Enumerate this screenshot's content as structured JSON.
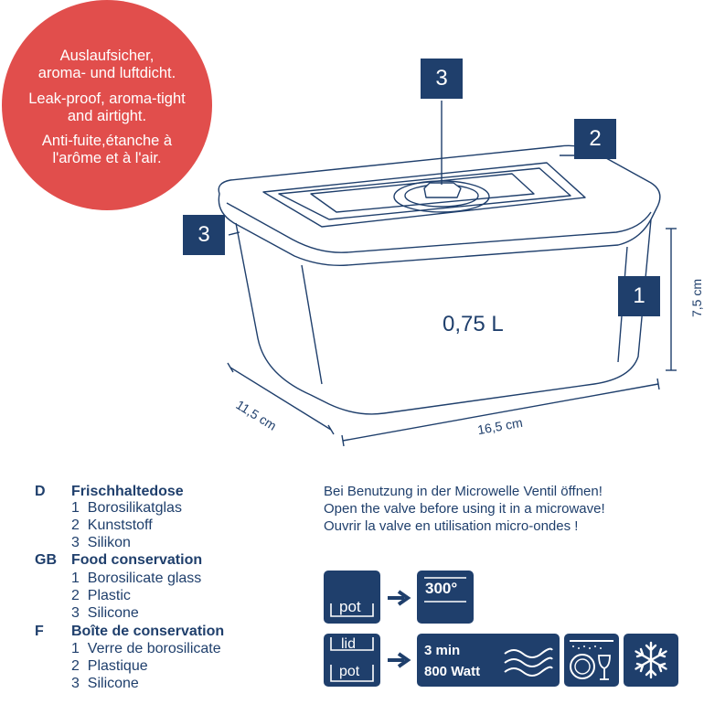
{
  "badge": {
    "de": [
      "Auslaufsicher,",
      "aroma- und luftdicht."
    ],
    "en": [
      "Leak-proof, aroma-tight",
      "and airtight."
    ],
    "fr": [
      "Anti-fuite,étanche à",
      "l'arôme et à l'air."
    ]
  },
  "diagram": {
    "callout_valve": "3",
    "callout_lid": "2",
    "callout_seal": "3",
    "callout_body": "1",
    "capacity": "0,75 L",
    "height": "7,5 cm",
    "depth": "11,5 cm",
    "width": "16,5 cm"
  },
  "legend": [
    {
      "code": "D",
      "title": "Frischhaltedose",
      "items": [
        "1  Borosilikatglas",
        "2  Kunststoff",
        "3  Silikon"
      ]
    },
    {
      "code": "GB",
      "title": "Food conservation",
      "items": [
        "1  Borosilicate glass",
        "2  Plastic",
        "3  Silicone"
      ]
    },
    {
      "code": "F",
      "title": "Boîte de conservation",
      "items": [
        "1  Verre de borosilicate",
        "2  Plastique",
        "3  Silicone"
      ]
    }
  ],
  "instructions": {
    "de": "Bei Benutzung in der Microwelle Ventil öffnen!",
    "en": "Open the valve before using it in a microwave!",
    "fr": "Ouvrir la valve en utilisation  micro-ondes !"
  },
  "icons": {
    "oven_label": "pot",
    "oven_temp": "300°",
    "mw_lid_label": "lid",
    "mw_pot_label": "pot",
    "mw_time": "3 min",
    "mw_power": "800 Watt",
    "dishwasher": "dishwasher-icon",
    "freezer": "snowflake-icon"
  },
  "colors": {
    "navy": "#1f3f6c",
    "red": "#e14e4c"
  }
}
